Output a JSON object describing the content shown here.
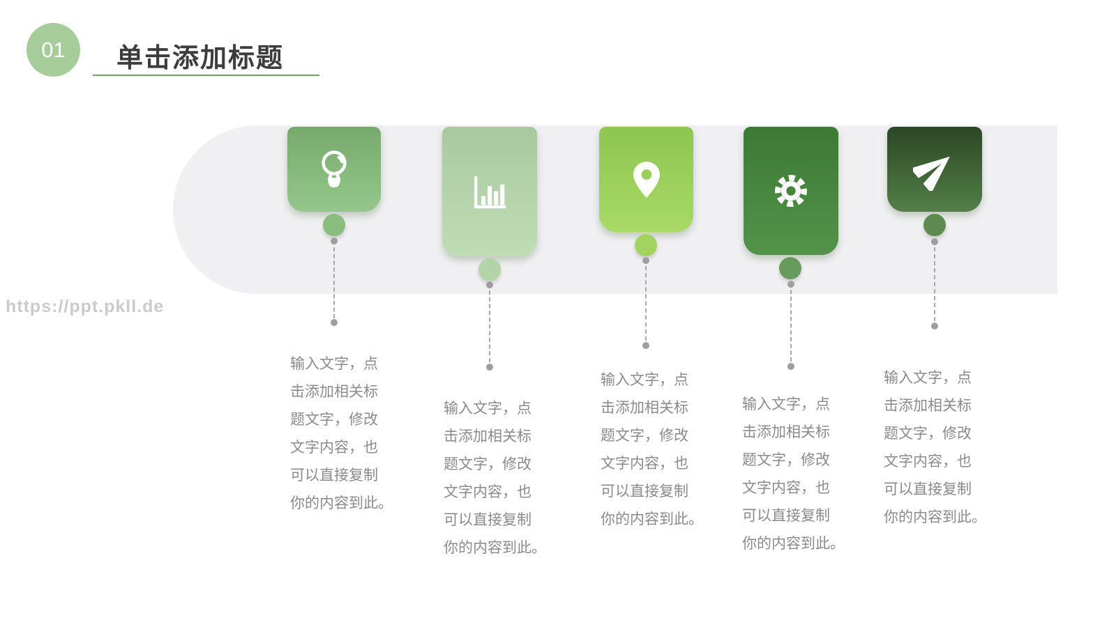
{
  "slide": {
    "section_number": "01",
    "title": "单击添加标题",
    "watermark": "https://ppt.pkll.de",
    "colors": {
      "badge_green": "#a6cc99",
      "title_text": "#3d3d3d",
      "title_underline_green": "#69a55e",
      "band_gray": "#f0f0f2",
      "body_text_gray": "#8a8a8a",
      "connector_gray": "#9e9e9e"
    },
    "steps": [
      {
        "icon": "lightbulb-icon",
        "card_gradient_top": "#76a96b",
        "card_gradient_bottom": "#95c78c",
        "dot_color": "#8abc7d",
        "lines": [
          "输入文字，点",
          "击添加相关标",
          "题文字，修改",
          "文字内容，也",
          "可以直接复制",
          "你的内容到此。"
        ]
      },
      {
        "icon": "bar-chart-icon",
        "card_gradient_top": "#a8c9a0",
        "card_gradient_bottom": "#bfddb5",
        "dot_color": "#b3d3a9",
        "lines": [
          "输入文字，点",
          "击添加相关标",
          "题文字，修改",
          "文字内容，也",
          "可以直接复制",
          "你的内容到此。"
        ]
      },
      {
        "icon": "location-pin-icon",
        "card_gradient_top": "#8ec551",
        "card_gradient_bottom": "#a9d967",
        "dot_color": "#a2d35e",
        "lines": [
          "输入文字，点",
          "击添加相关标",
          "题文字，修改",
          "文字内容，也",
          "可以直接复制",
          "你的内容到此。"
        ]
      },
      {
        "icon": "gear-icon",
        "card_gradient_top": "#3c7a35",
        "card_gradient_bottom": "#529349",
        "dot_color": "#689b5b",
        "lines": [
          "输入文字，点",
          "击添加相关标",
          "题文字，修改",
          "文字内容，也",
          "可以直接复制",
          "你的内容到此。"
        ]
      },
      {
        "icon": "paper-plane-icon",
        "card_gradient_top": "#2a4724",
        "card_gradient_bottom": "#547f48",
        "dot_color": "#5e8a52",
        "lines": [
          "输入文字，点",
          "击添加相关标",
          "题文字，修改",
          "文字内容，也",
          "可以直接复制",
          "你的内容到此。"
        ]
      }
    ]
  }
}
